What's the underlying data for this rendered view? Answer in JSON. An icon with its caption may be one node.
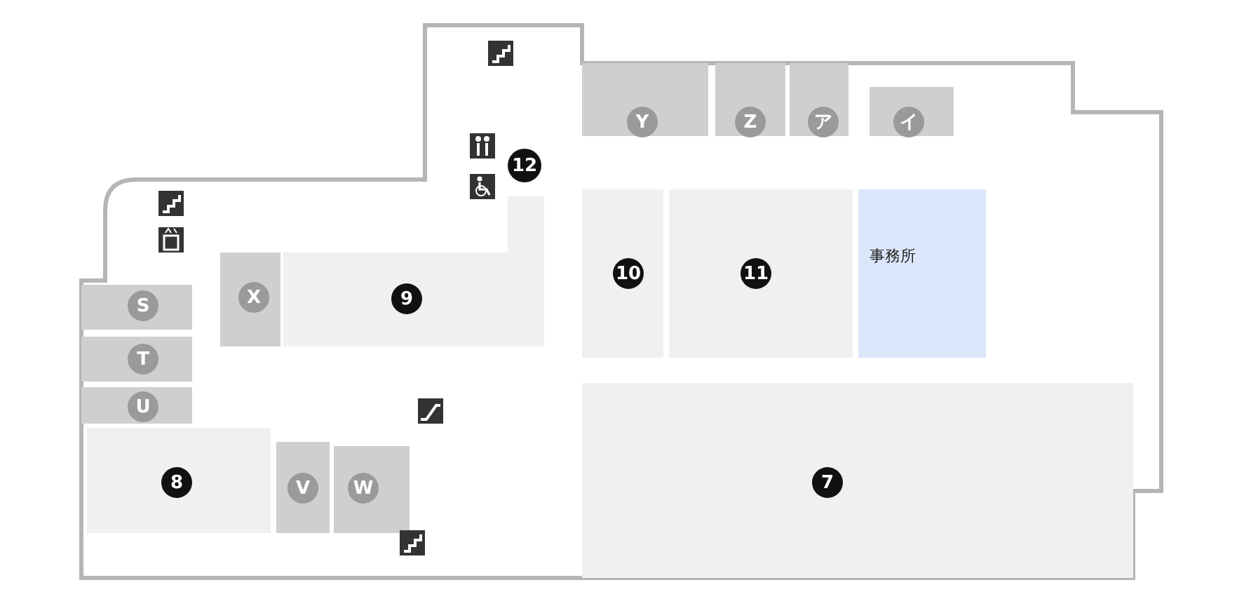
{
  "diagram": {
    "nodes": [
      {
        "text": [
          "Y"
        ]
      },
      {
        "text": [
          "Z"
        ]
      },
      {
        "text": [
          "ア"
        ]
      },
      {
        "text": [
          "イ"
        ]
      },
      {
        "text": [
          "12"
        ]
      },
      {
        "text": [
          "10"
        ]
      },
      {
        "text": [
          "11"
        ]
      },
      {
        "text": [
          "事務所"
        ]
      },
      {
        "text": [
          "S"
        ]
      },
      {
        "text": [
          "X"
        ]
      },
      {
        "text": [
          "9"
        ]
      },
      {
        "text": [
          "T"
        ]
      },
      {
        "text": [
          "U"
        ]
      },
      {
        "text": [
          "8"
        ]
      },
      {
        "text": [
          "V"
        ]
      },
      {
        "text": [
          "W"
        ]
      },
      {
        "text": [
          "7"
        ]
      }
    ]
  }
}
